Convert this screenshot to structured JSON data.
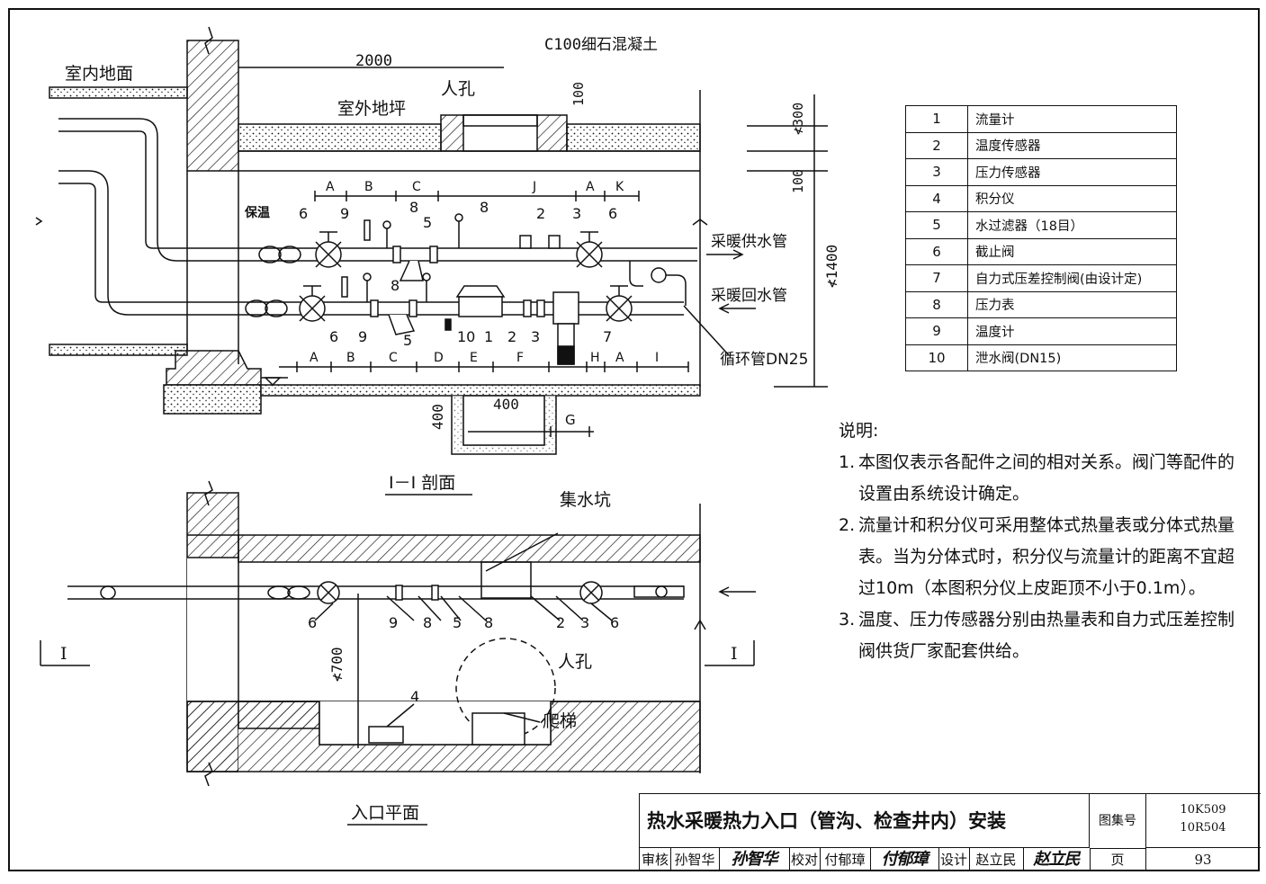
{
  "drawing": {
    "section_title": "I－I 剖面",
    "plan_title": "入口平面",
    "section_labels": {
      "indoor_floor": "室内地面",
      "outdoor_floor": "室外地坪",
      "manhole": "人孔",
      "concrete": "C100细石混凝土",
      "insulation": "保温",
      "supply_pipe": "采暖供水管",
      "return_pipe": "采暖回水管",
      "circulation_pipe": "循环管DN25",
      "dim_2000": "2000",
      "dim_100_top": "100",
      "dim_100_right": "100",
      "dim_300": "≮300",
      "dim_1400": "≮1400",
      "dim_400_h": "400",
      "dim_400_v": "400",
      "top_dims": [
        "A",
        "B",
        "C",
        "J",
        "A",
        "K"
      ],
      "bottom_dims": [
        "A",
        "B",
        "C",
        "D",
        "E",
        "F",
        "H",
        "A",
        "I"
      ],
      "dim_g": "G",
      "supply_callouts": [
        "6",
        "9",
        "8",
        "5",
        "8",
        "2",
        "3",
        "6"
      ],
      "return_callouts": [
        "8",
        "6",
        "9",
        "5",
        "10",
        "1",
        "2",
        "3",
        "7"
      ]
    },
    "plan_labels": {
      "sump": "集水坑",
      "manhole": "人孔",
      "ladder": "爬梯",
      "dim_700": "≮700",
      "integrator": "4",
      "section_mark_left": "I",
      "section_mark_right": "I",
      "callouts": [
        "6",
        "9",
        "8",
        "5",
        "8",
        "2",
        "3",
        "6"
      ]
    }
  },
  "legend": [
    {
      "num": "1",
      "text": "流量计"
    },
    {
      "num": "2",
      "text": "温度传感器"
    },
    {
      "num": "3",
      "text": "压力传感器"
    },
    {
      "num": "4",
      "text": "积分仪"
    },
    {
      "num": "5",
      "text": "水过滤器（18目）"
    },
    {
      "num": "6",
      "text": "截止阀"
    },
    {
      "num": "7",
      "text": "自力式压差控制阀(由设计定)"
    },
    {
      "num": "8",
      "text": "压力表"
    },
    {
      "num": "9",
      "text": "温度计"
    },
    {
      "num": "10",
      "text": "泄水阀(DN15)"
    }
  ],
  "notes": {
    "heading": "说明:",
    "items": [
      {
        "n": "1.",
        "text": "本图仅表示各配件之间的相对关系。阀门等配件的设置由系统设计确定。"
      },
      {
        "n": "2.",
        "text": "流量计和积分仪可采用整体式热量表或分体式热量表。当为分体式时，积分仪与流量计的距离不宜超过10m（本图积分仪上皮距顶不小于0.1m）。"
      },
      {
        "n": "3.",
        "text": "温度、压力传感器分别由热量表和自力式压差控制阀供货厂家配套供给。"
      }
    ]
  },
  "title_block": {
    "title": "热水采暖热力入口（管沟、检查井内）安装",
    "set_label": "图集号",
    "set_numbers": [
      "10K509",
      "10R504"
    ],
    "review_label": "审核",
    "reviewer": "孙智华",
    "reviewer_sig": "孙智华",
    "check_label": "校对",
    "checker": "付郁璋",
    "checker_sig": "付郁璋",
    "design_label": "设计",
    "designer": "赵立民",
    "designer_sig": "赵立民",
    "page_label": "页",
    "page": "93"
  },
  "colors": {
    "line": "#111111",
    "paper": "#ffffff"
  }
}
